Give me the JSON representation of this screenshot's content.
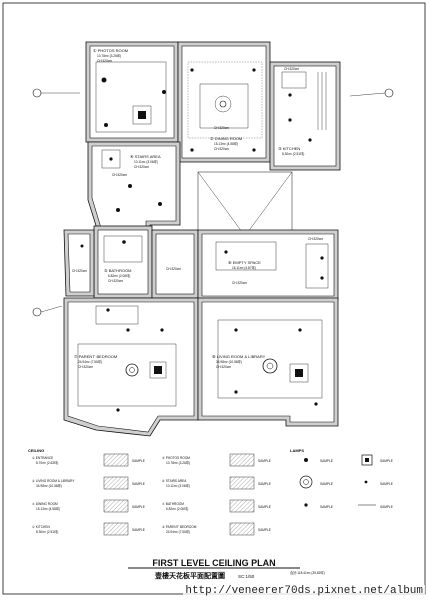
{
  "drawing": {
    "title": "FIRST LEVEL CEILING PLAN",
    "subtitle": "壹樓天花板平面配置圖",
    "scale": "SC:1/50",
    "total_area": "合計:118.41m² (35.82坪)"
  },
  "rooms": [
    {
      "id": "1",
      "name": "PHOTOS ROOM",
      "area": "10.78m² (3.26坪)",
      "ch": "CH:320cm"
    },
    {
      "id": "2",
      "name": "DINING ROOM",
      "area": "15.13m² (4.58坪)",
      "ch": "CH:320cm"
    },
    {
      "id": "3",
      "name": "KITCHEN",
      "area": "8.30m² (2.51坪)",
      "ch": "CH:320cm"
    },
    {
      "id": "4",
      "name": "STAIRS AREA",
      "area": "10.11m² (3.06坪)",
      "ch": "CH:320cm"
    },
    {
      "id": "5",
      "name": "BATHROOM",
      "area": "6.82m² (2.06坪)",
      "ch": "CH:320cm"
    },
    {
      "id": "6",
      "name": "EMPTY SPACE",
      "area": "16.11m² (4.87坪)",
      "ch": "CH:320cm"
    },
    {
      "id": "7",
      "name": "PARENT' BEDROOM",
      "area": "24.94m² (7.55坪)",
      "ch": "CH:320cm"
    },
    {
      "id": "8",
      "name": "LIVING ROOM & LIBRARY",
      "area": "34.98m² (10.58坪)",
      "ch": "CH:320cm"
    }
  ],
  "legend": {
    "ceiling_heading": "CEILING",
    "lamps_heading": "LAMPS",
    "sample_label": "SAMPLE",
    "ceiling_items": [
      {
        "id": "1",
        "name": "ENTRANCE",
        "area": "8.70m² (2.63坪)"
      },
      {
        "id": "2",
        "name": "LIVING ROOM & LIBRARY",
        "area": "34.98m² (10.58坪)"
      },
      {
        "id": "3",
        "name": "DINING ROOM",
        "area": "15.13m² (4.58坪)"
      },
      {
        "id": "4",
        "name": "KITCHEN",
        "area": "8.30m² (2.51坪)"
      },
      {
        "id": "5",
        "name": "PHOTOS ROOM",
        "area": "10.78m² (3.26坪)"
      },
      {
        "id": "6",
        "name": "STAIRS AREA",
        "area": "10.11m² (3.06坪)"
      },
      {
        "id": "7",
        "name": "BATHROOM",
        "area": "6.82m² (2.06坪)"
      },
      {
        "id": "8",
        "name": "PARENT' BEDROOM",
        "area": "24.94m² (7.55坪)"
      }
    ]
  },
  "watermark": "http://veneerer70ds.pixnet.net/album"
}
